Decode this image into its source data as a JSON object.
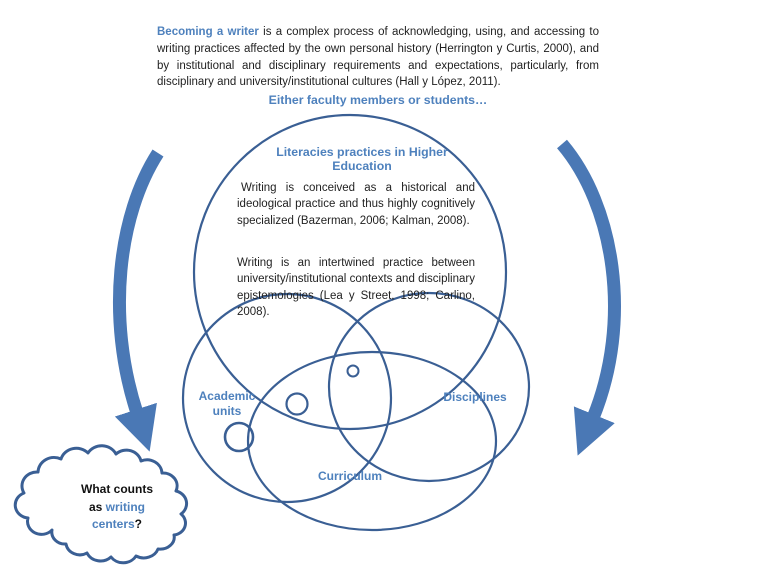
{
  "slide": {
    "intro_lead": "Becoming a writer",
    "intro_body": " is a complex process of acknowledging, using, and accessing to writing practices affected by the own personal history (Herrington y Curtis, 2000), and by institutional and disciplinary requirements and expectations, particularly, from disciplinary and university/institutional cultures (Hall y López, 2011).",
    "subtitle": "Either faculty members or students…"
  },
  "venn": {
    "title": "Literacies practices in Higher Education",
    "paragraph1": "Writing is conceived as a historical and ideological practice and thus highly cognitively specialized (Bazerman, 2006; Kalman, 2008).",
    "paragraph2": "Writing is an intertwined practice between university/institutional contexts and disciplinary epistemologies (Lea y Street, 1998; Carlino, 2008).",
    "label_left": "Academic units",
    "label_right": "Disciplines",
    "label_bottom": "Curriculum"
  },
  "cloud": {
    "line1": "What counts",
    "line2_prefix": "as ",
    "line2_highlight": "writing",
    "line3_highlight": "centers",
    "line3_suffix": "?"
  },
  "colors": {
    "accent_text": "#4E81BD",
    "shape_stroke": "#3A5F94",
    "arrow_fill": "#4A78B5"
  }
}
